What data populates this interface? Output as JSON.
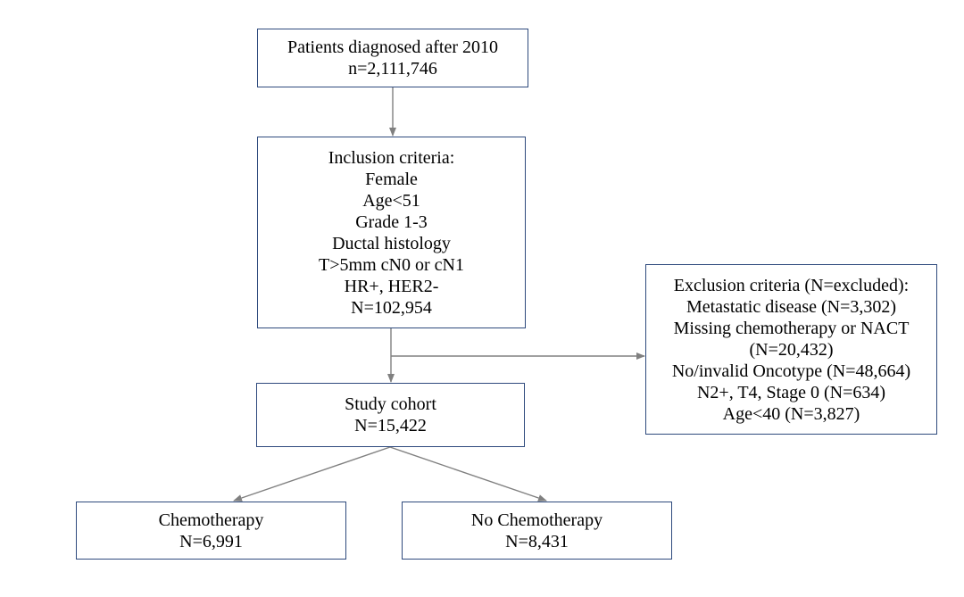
{
  "flowchart": {
    "patients": {
      "lines": [
        "Patients diagnosed after 2010",
        "n=2,111,746"
      ]
    },
    "inclusion": {
      "lines": [
        "Inclusion criteria:",
        "Female",
        "Age<51",
        "Grade 1-3",
        "Ductal histology",
        "T>5mm cN0 or cN1",
        "HR+, HER2-",
        "N=102,954"
      ]
    },
    "exclusion": {
      "lines": [
        "Exclusion criteria (N=excluded):",
        "Metastatic disease (N=3,302)",
        "Missing chemotherapy or NACT",
        "(N=20,432)",
        "No/invalid Oncotype (N=48,664)",
        "N2+, T4, Stage 0 (N=634)",
        "Age<40 (N=3,827)"
      ]
    },
    "cohort": {
      "lines": [
        "Study cohort",
        "N=15,422"
      ]
    },
    "chemo": {
      "lines": [
        "Chemotherapy",
        "N=6,991"
      ]
    },
    "no_chemo": {
      "lines": [
        "No Chemotherapy",
        "N=8,431"
      ]
    }
  },
  "colors": {
    "box_border": "#2e4a7d",
    "arrow": "#808080",
    "text": "#000000"
  }
}
